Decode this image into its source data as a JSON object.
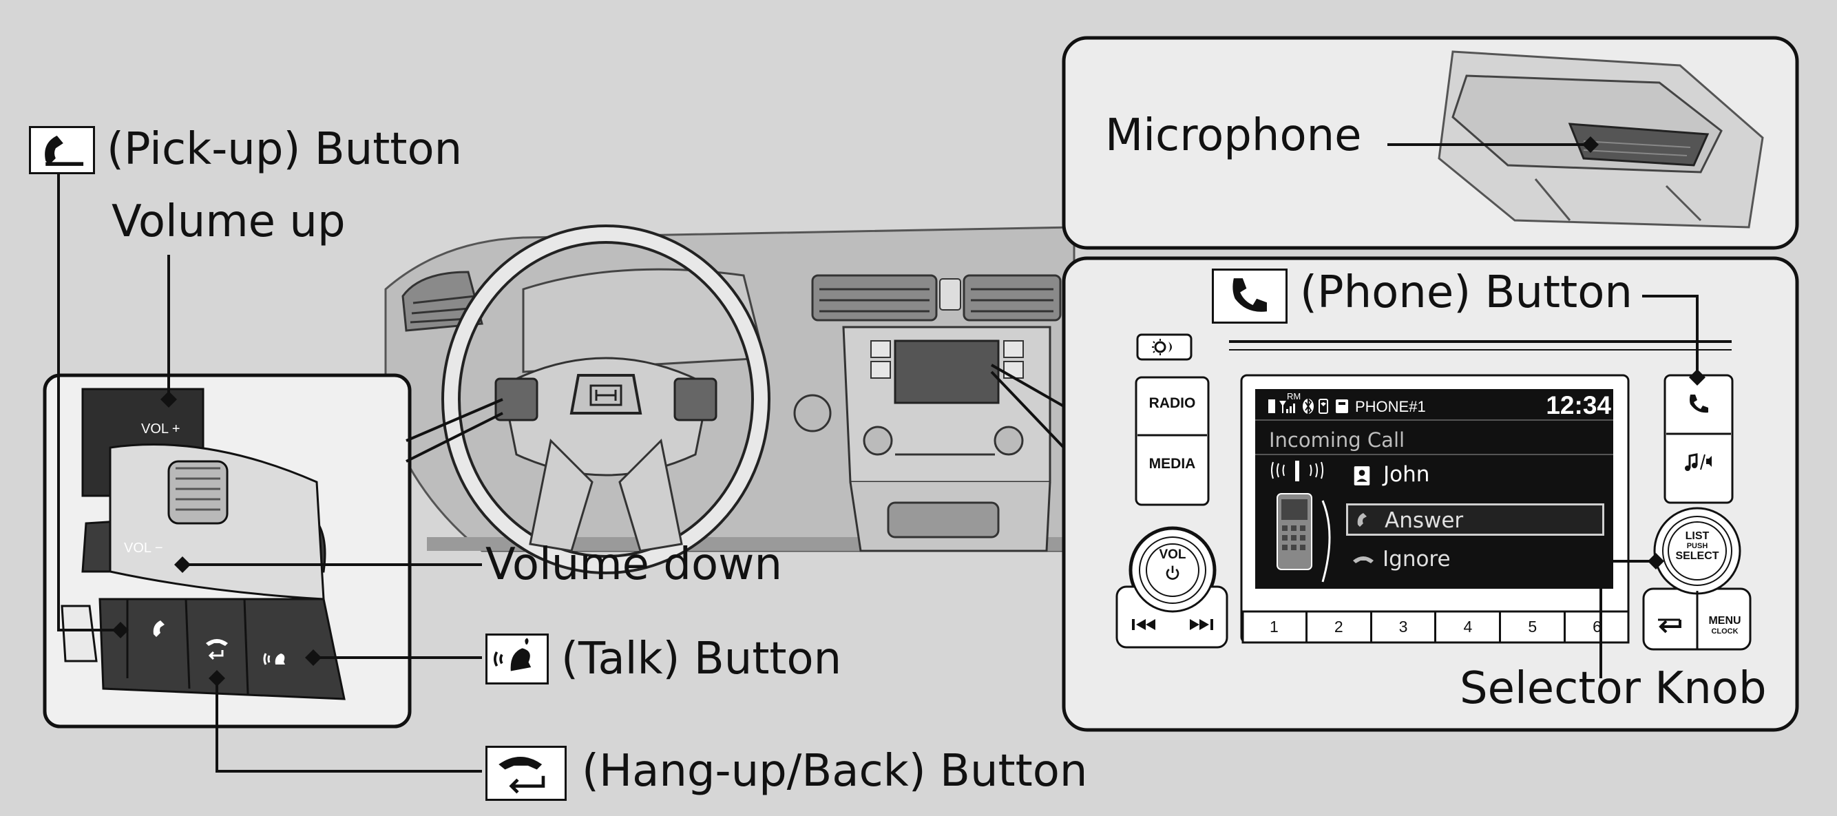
{
  "callouts": {
    "pickup": {
      "icon": "pick-up-phone-icon",
      "label": "(Pick-up) Button"
    },
    "volume_up": "Volume up",
    "volume_down": "Volume down",
    "talk": {
      "icon": "talk-voice-icon",
      "label": "(Talk) Button"
    },
    "hangup": {
      "icon": "hang-up-back-icon",
      "label": "(Hang-up/Back) Button"
    },
    "microphone": "Microphone",
    "phone": {
      "icon": "phone-handset-icon",
      "label": "(Phone) Button"
    },
    "selector_knob": "Selector Knob"
  },
  "steering_buttons": {
    "vol_plus": "VOL +",
    "vol_minus": "VOL −"
  },
  "audio_unit": {
    "radio": "RADIO",
    "media": "MEDIA",
    "vol": "VOL",
    "list_select": [
      "LIST",
      "PUSH",
      "SELECT"
    ],
    "menu": "MENU",
    "clock": "CLOCK",
    "presets": [
      "1",
      "2",
      "3",
      "4",
      "5",
      "6"
    ]
  },
  "screen": {
    "status_rm": "RM",
    "phone_name": "PHONE#1",
    "time": "12:34",
    "title": "Incoming Call",
    "caller": "John",
    "options": [
      "Answer",
      "Ignore"
    ]
  },
  "colors": {
    "background": "#d6d6d6",
    "panel": "#e6e6e6",
    "screen": "#111111",
    "line": "#111111"
  }
}
